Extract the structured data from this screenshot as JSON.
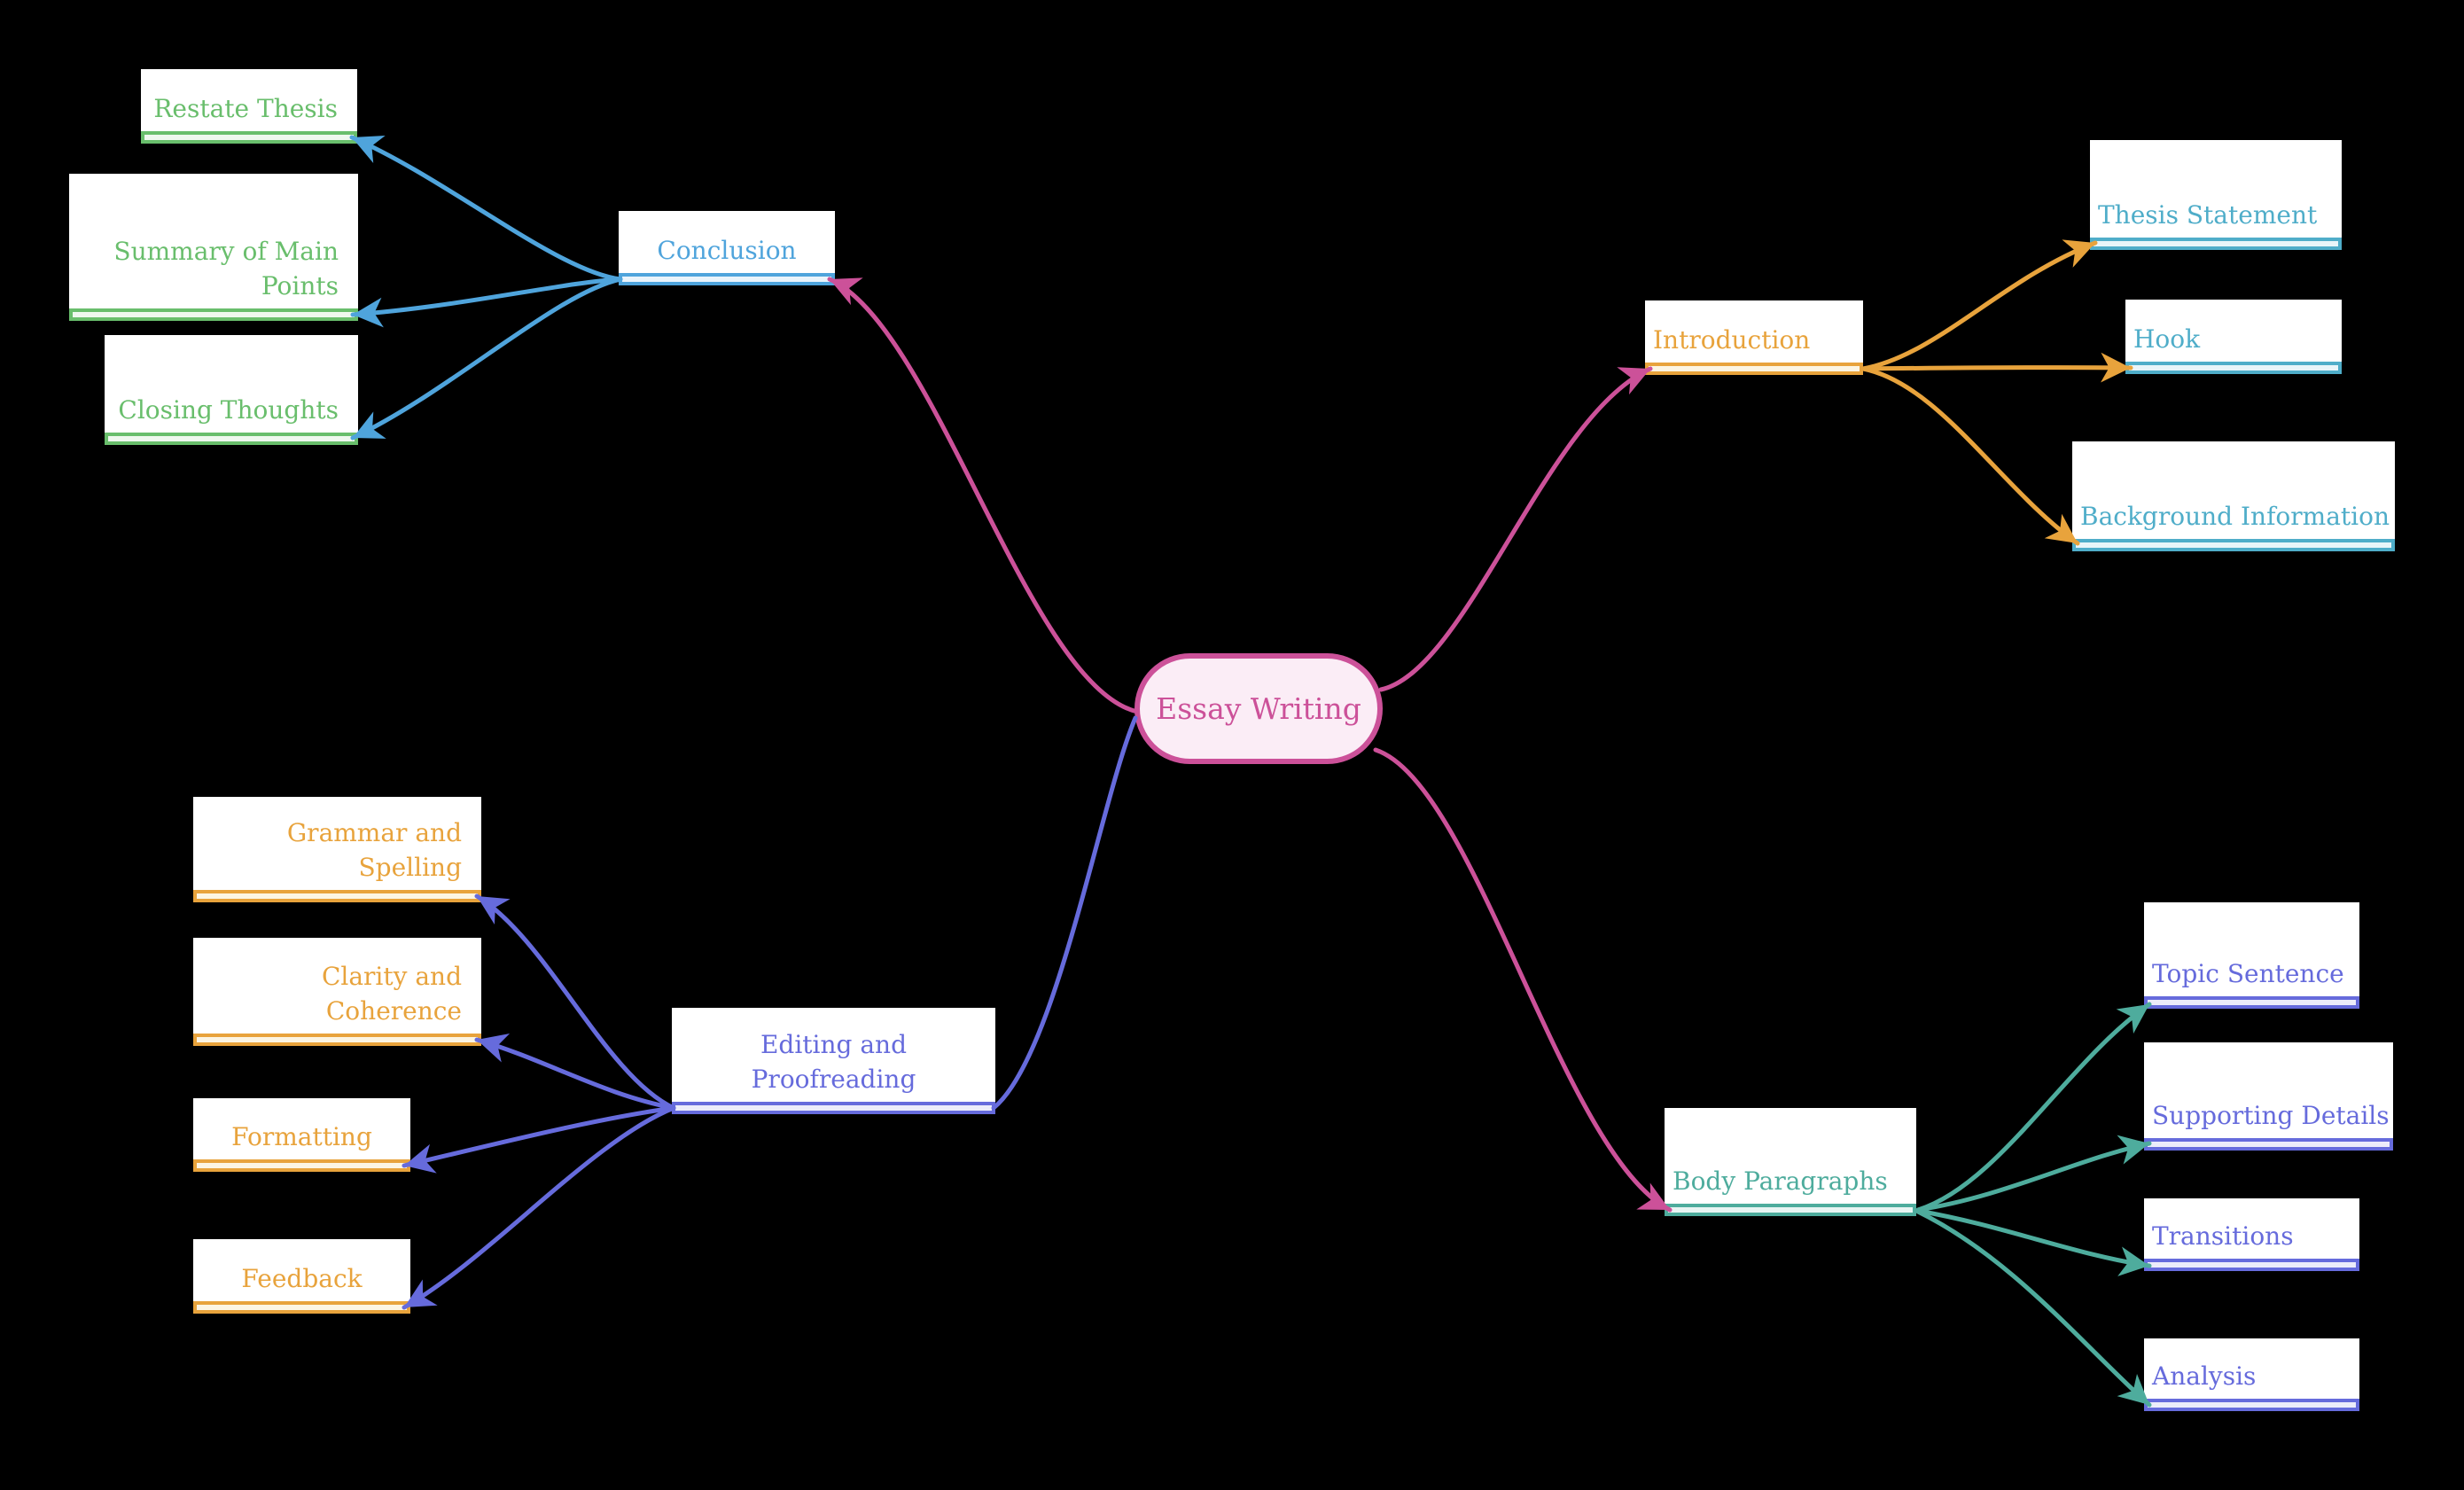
{
  "palette": {
    "background": "#000000",
    "node_bg": "#FFFFFF",
    "pink": "#CC5199",
    "pink_tint": "#FBEDF6",
    "blue": "#4FA4DC",
    "blue_tint": "#EAF4FB",
    "green": "#69BE6C",
    "green_tint": "#EFF8EF",
    "orange": "#E8A33C",
    "orange_tint": "#FCF5E3",
    "cyan": "#4FADC9",
    "cyan_tint": "#E9F5F9",
    "indigo": "#666BDC",
    "indigo_tint": "#ECECFA",
    "teal": "#4EAC9D",
    "teal_tint": "#E9F5F3"
  },
  "nodes": {
    "essay_writing": {
      "label": "Essay Writing"
    },
    "conclusion": {
      "label": "Conclusion"
    },
    "restate_thesis": {
      "label": "Restate Thesis"
    },
    "summary_of_main_points": {
      "label": "Summary of Main Points"
    },
    "closing_thoughts": {
      "label": "Closing Thoughts"
    },
    "introduction": {
      "label": "Introduction"
    },
    "thesis_statement": {
      "label": "Thesis Statement"
    },
    "hook": {
      "label": "Hook"
    },
    "background_information": {
      "label": "Background Information"
    },
    "editing_and_proofreading": {
      "label": "Editing and Proofreading"
    },
    "grammar_and_spelling": {
      "label": "Grammar and Spelling"
    },
    "clarity_and_coherence": {
      "label": "Clarity and Coherence"
    },
    "formatting": {
      "label": "Formatting"
    },
    "feedback": {
      "label": "Feedback"
    },
    "body_paragraphs": {
      "label": "Body Paragraphs"
    },
    "topic_sentence": {
      "label": "Topic Sentence"
    },
    "supporting_details": {
      "label": "Supporting Details"
    },
    "transitions": {
      "label": "Transitions"
    },
    "analysis": {
      "label": "Analysis"
    }
  },
  "edges": [
    {
      "from": "essay_writing",
      "to": "conclusion"
    },
    {
      "from": "essay_writing",
      "to": "introduction"
    },
    {
      "from": "essay_writing",
      "to": "editing_and_proofreading"
    },
    {
      "from": "essay_writing",
      "to": "body_paragraphs"
    },
    {
      "from": "conclusion",
      "to": "restate_thesis"
    },
    {
      "from": "conclusion",
      "to": "summary_of_main_points"
    },
    {
      "from": "conclusion",
      "to": "closing_thoughts"
    },
    {
      "from": "introduction",
      "to": "thesis_statement"
    },
    {
      "from": "introduction",
      "to": "hook"
    },
    {
      "from": "introduction",
      "to": "background_information"
    },
    {
      "from": "editing_and_proofreading",
      "to": "grammar_and_spelling"
    },
    {
      "from": "editing_and_proofreading",
      "to": "clarity_and_coherence"
    },
    {
      "from": "editing_and_proofreading",
      "to": "formatting"
    },
    {
      "from": "editing_and_proofreading",
      "to": "feedback"
    },
    {
      "from": "body_paragraphs",
      "to": "topic_sentence"
    },
    {
      "from": "body_paragraphs",
      "to": "supporting_details"
    },
    {
      "from": "body_paragraphs",
      "to": "transitions"
    },
    {
      "from": "body_paragraphs",
      "to": "analysis"
    }
  ]
}
